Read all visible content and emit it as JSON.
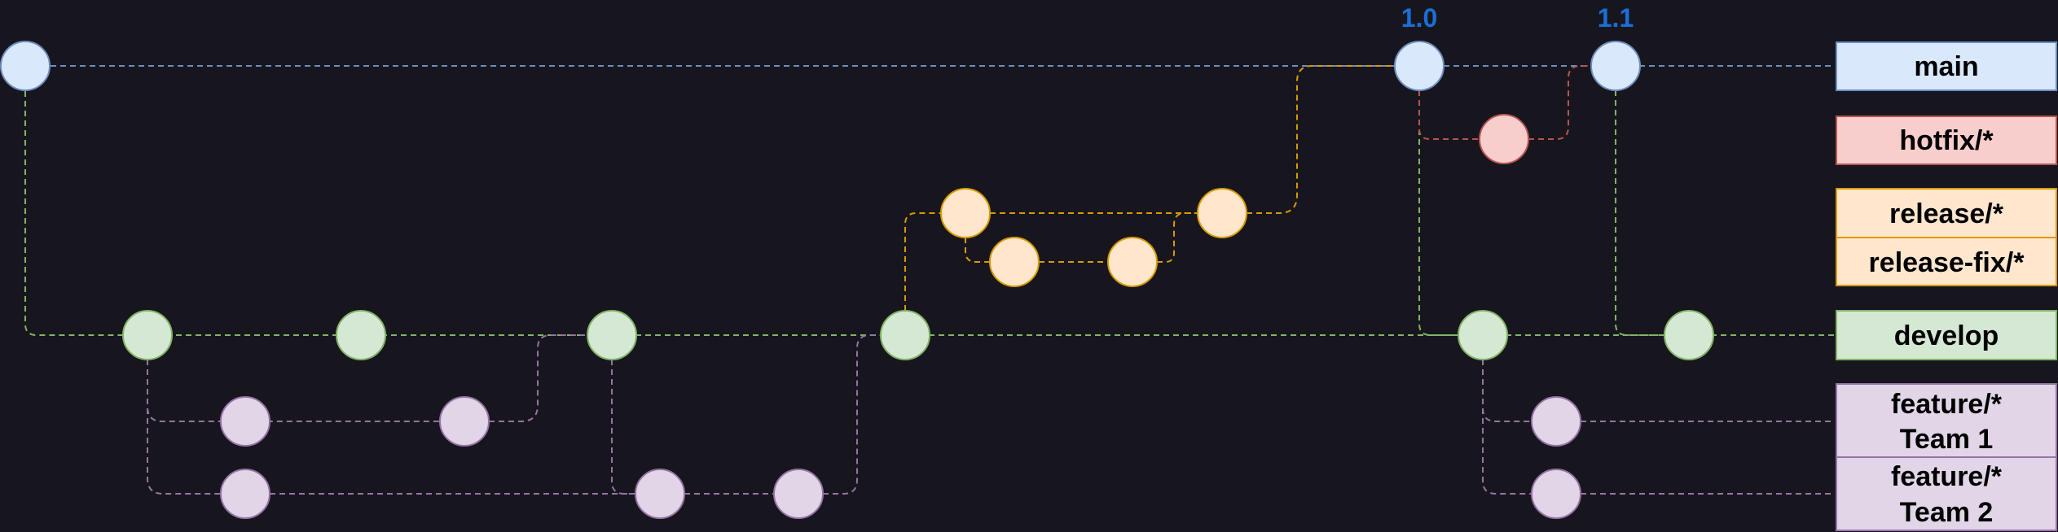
{
  "tags": {
    "v1_0": "1.0",
    "v1_1": "1.1"
  },
  "branch_labels": {
    "main": "main",
    "hotfix": "hotfix/*",
    "release": "release/*",
    "release_fix": "release-fix/*",
    "develop": "develop",
    "feature_team1_line1": "feature/*",
    "feature_team1_line2": "Team 1",
    "feature_team2_line1": "feature/*",
    "feature_team2_line2": "Team 2"
  },
  "colors": {
    "background": "#17161e",
    "tag_text": "#1a6fd6",
    "main_fill": "#dae8fc",
    "main_stroke": "#6c8ebf",
    "hotfix_fill": "#f8cecc",
    "hotfix_stroke": "#b85450",
    "release_fill": "#ffe6cc",
    "release_stroke": "#d79b00",
    "develop_fill": "#d5e8d4",
    "develop_stroke": "#82b366",
    "feature_fill": "#e1d5e7",
    "feature_stroke": "#9673a6",
    "label_text": "#000000"
  }
}
